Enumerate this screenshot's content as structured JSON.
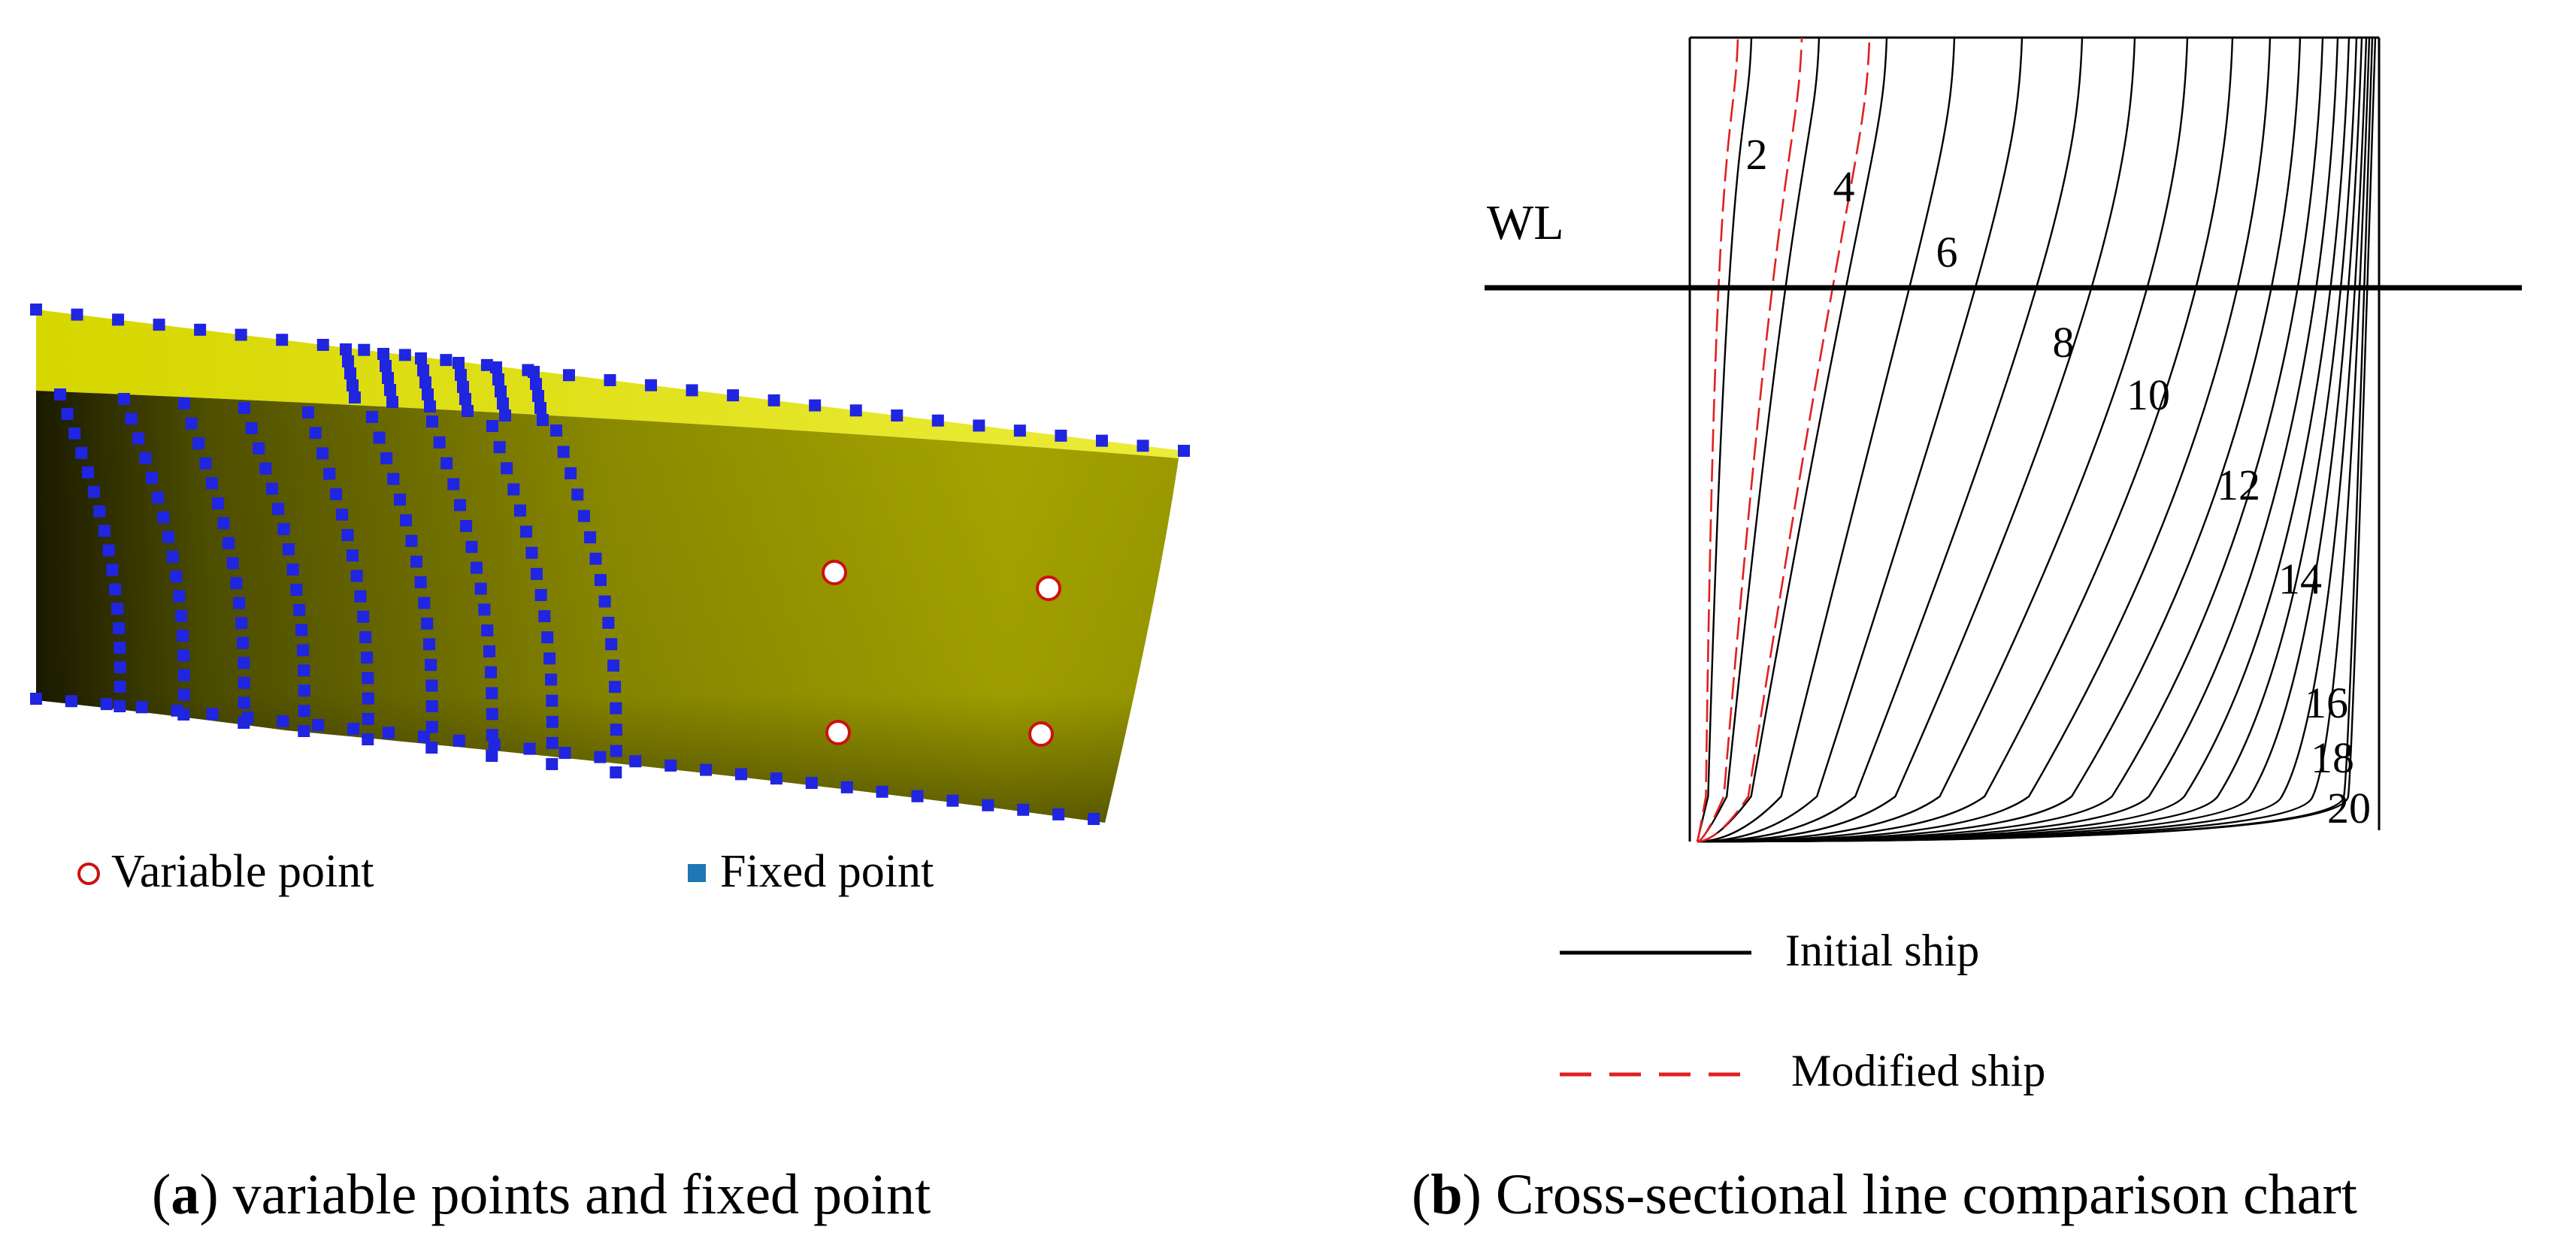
{
  "panel_a": {
    "legend": {
      "variable_point": "Variable point",
      "fixed_point": "Fixed point"
    },
    "caption": {
      "letter": "a",
      "text": "variable points and fixed point"
    },
    "colors": {
      "hull_surface": "#a9a800",
      "deck_surface": "#dede22",
      "fixed_point": "#1f25e0",
      "legend_fixed_point": "#1f77b4",
      "variable_point": "#cc1111"
    },
    "variable_point_count": 4
  },
  "panel_b": {
    "waterline_label": "WL",
    "station_labels": [
      "2",
      "4",
      "6",
      "8",
      "10",
      "12",
      "14",
      "16",
      "18",
      "20"
    ],
    "legend": {
      "initial": "Initial ship",
      "modified": "Modified ship"
    },
    "caption": {
      "letter": "b",
      "text": "Cross-sectional line comparison chart"
    },
    "colors": {
      "initial_line": "#000000",
      "modified_line": "#e02020"
    }
  }
}
